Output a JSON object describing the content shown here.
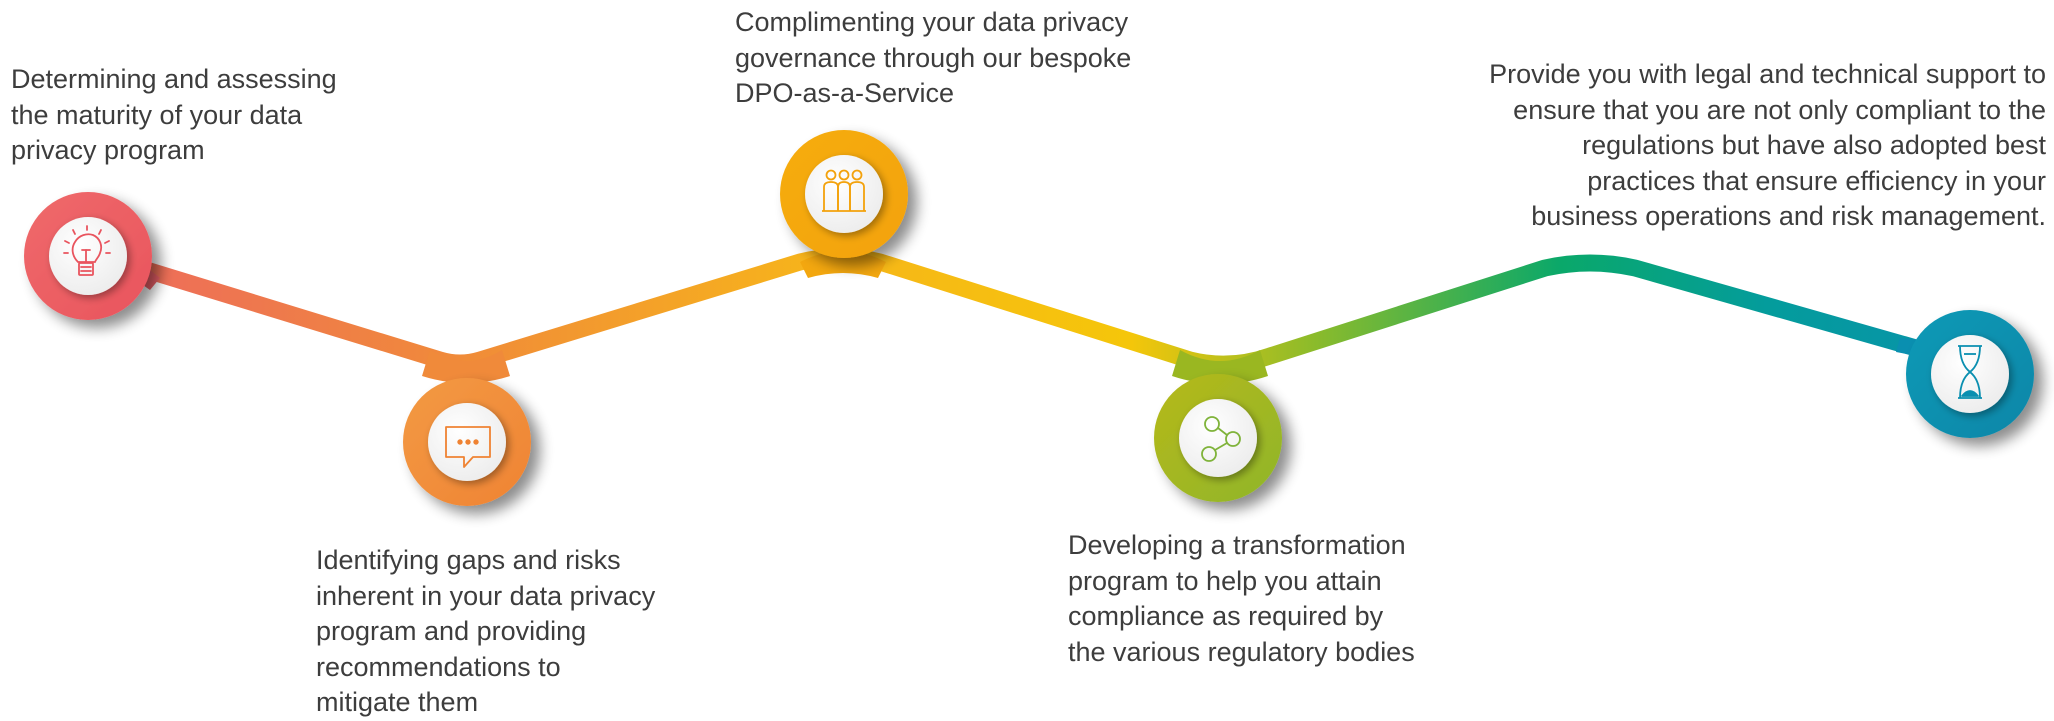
{
  "steps": [
    {
      "id": "assess",
      "lines": [
        "Determining and assessing",
        "the maturity of your data",
        "privacy program"
      ],
      "color": "#ec6068",
      "icon": "lightbulb-icon"
    },
    {
      "id": "gaps",
      "lines": [
        "Identifying gaps and risks",
        "inherent in your data privacy",
        "program and providing",
        "recommendations to",
        "mitigate them"
      ],
      "color": "#f08a3a",
      "icon": "speech-bubble-icon"
    },
    {
      "id": "dpo",
      "lines": [
        "Complimenting your data privacy",
        "governance through our bespoke",
        "DPO-as-a-Service"
      ],
      "color": "#f3a70f",
      "icon": "people-group-icon"
    },
    {
      "id": "transform",
      "lines": [
        "Developing a transformation",
        "program to help you attain",
        "compliance as required by",
        "the various regulatory bodies"
      ],
      "color": "#9ab721",
      "icon": "share-nodes-icon"
    },
    {
      "id": "support",
      "lines": [
        "Provide you with legal and technical support to",
        "ensure that you are not only compliant to the",
        "regulations but have also adopted best",
        "practices that ensure efficiency in your",
        "business operations and risk management."
      ],
      "color": "#0a8fb0",
      "icon": "hourglass-icon"
    }
  ],
  "path_colors": [
    "#ec6068",
    "#f08a3a",
    "#f7b51a",
    "#f5c60a",
    "#8bbb2b",
    "#0aa86a",
    "#049c9c",
    "#0a8fb0"
  ]
}
